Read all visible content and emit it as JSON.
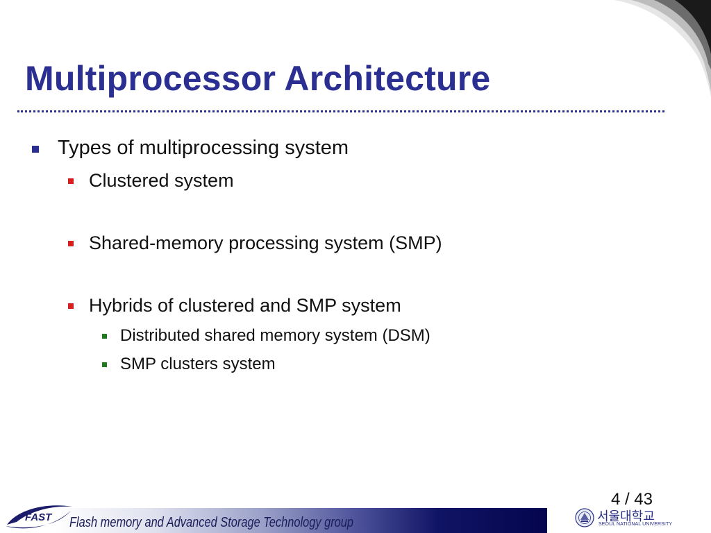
{
  "slide": {
    "title": "Multiprocessor Architecture",
    "bullets": {
      "b1": "Types of multiprocessing system",
      "b1_1": "Clustered system",
      "b1_2": "Shared-memory processing system (SMP)",
      "b1_3": "Hybrids of clustered and SMP system",
      "b1_3_1": "Distributed shared memory system (DSM)",
      "b1_3_2": "SMP clusters system"
    },
    "page_number": "4 / 43"
  },
  "footer": {
    "logo_text": "FAST",
    "group_text": "Flash memory and Advanced Storage Technology group",
    "university_korean": "서울대학교",
    "university_english": "SEOUL NATIONAL UNIVERSITY"
  },
  "colors": {
    "title": "#2b2f91",
    "level1_bullet": "#2b2f91",
    "level2_bullet": "#d81e1e",
    "level3_bullet": "#1f7a1f",
    "footer_band_dark": "#05054e"
  },
  "icons": {
    "corner": "page-curl-swoosh",
    "fast_logo": "fast-swoosh-logo",
    "snu_emblem": "snu-emblem"
  }
}
